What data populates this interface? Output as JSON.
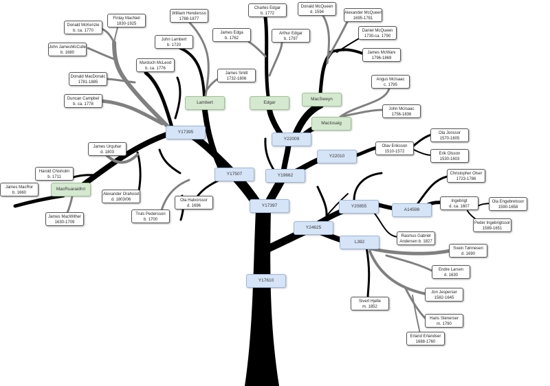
{
  "colors": {
    "branch": "#000000",
    "branch_secondary": "#808080",
    "haplogroup_fill": "#d6e4f7",
    "surname_fill": "#d5e8d0"
  },
  "haplogroups": [
    "Y17395",
    "Y17507",
    "Y19662",
    "Y22009",
    "Y22010",
    "Y17397",
    "Y20855",
    "A14598",
    "Y24625",
    "L392",
    "Y17610"
  ],
  "surnames": [
    "Lambert",
    "Edgar",
    "MacSweyn",
    "MacIosaig",
    "MacRuaraidhri"
  ],
  "persons": [
    {
      "name": "Finlay MacNeil",
      "dates": "1830-1925"
    },
    {
      "name": "Donald McKenzie",
      "dates": "b. ca. 1770"
    },
    {
      "name": "John JamesMcCuller",
      "dates": "b. 1680"
    },
    {
      "name": "Donald MacDonalc",
      "dates": "1781-1885"
    },
    {
      "name": "Duncan Campbel",
      "dates": "b. ca. 1778"
    },
    {
      "name": "Murdoch McLeod",
      "dates": "b. ca. 1776"
    },
    {
      "name": "John Lambert",
      "dates": "b. 1720"
    },
    {
      "name": "William Hendersso",
      "dates": "1788-1877"
    },
    {
      "name": "James Smitl",
      "dates": "1732-1806"
    },
    {
      "name": "James Edga",
      "dates": "b. 1762"
    },
    {
      "name": "Charles Edgar",
      "dates": "b. 1772"
    },
    {
      "name": "Arthur Edgar",
      "dates": "b. 1797"
    },
    {
      "name": "Donald McQueen",
      "dates": "d. 1594"
    },
    {
      "name": "Alexander McQueen",
      "dates": "1695-1781"
    },
    {
      "name": "Daniel McQueen",
      "dates": "1730-ca. 1790"
    },
    {
      "name": "James McWanı",
      "dates": "1796-1869"
    },
    {
      "name": "Angus McIsaac",
      "dates": "c. 1795"
    },
    {
      "name": "John McIsaac",
      "dates": "1756-1836"
    },
    {
      "name": "Olav Eriksson",
      "dates": "1510-1572"
    },
    {
      "name": "Ola Jonssor",
      "dates": "1570-1605"
    },
    {
      "name": "Erik Olsson",
      "dates": "1530-1603"
    },
    {
      "name": "Christopher Olser",
      "dates": "1723-1786"
    },
    {
      "name": "Ingebrigt",
      "dates": "d. ca. 1607"
    },
    {
      "name": "Ola Engebretssor",
      "dates": "1590-1658"
    },
    {
      "name": "Peder Ingebrigtssor",
      "dates": "1589-1651"
    },
    {
      "name": "Rasmus Gabriel",
      "dates": "Andersen b. 1827"
    },
    {
      "name": "Svein Tønnesen",
      "dates": "d. 1690"
    },
    {
      "name": "Endre Larsen",
      "dates": "d. 1630"
    },
    {
      "name": "Jon Jesperser",
      "dates": "1582-1645"
    },
    {
      "name": "Hans Stenerser",
      "dates": "m. 1790"
    },
    {
      "name": "Erland Erlandser",
      "dates": "1688-1760"
    },
    {
      "name": "Sivert Hjelle",
      "dates": "m. 1852"
    },
    {
      "name": "James Urquhar",
      "dates": "d. 1803"
    },
    {
      "name": "Harold Chisholm",
      "dates": "b. 1711"
    },
    {
      "name": "James MacRor",
      "dates": "b. 1660"
    },
    {
      "name": "James MacWither",
      "dates": "1630-1709"
    },
    {
      "name": "Alexander Orahood",
      "dates": "d. 1803/06"
    },
    {
      "name": "Truls Pedersson",
      "dates": "b. 1700"
    },
    {
      "name": "Ola Halvorssor",
      "dates": "d. 1696"
    }
  ]
}
